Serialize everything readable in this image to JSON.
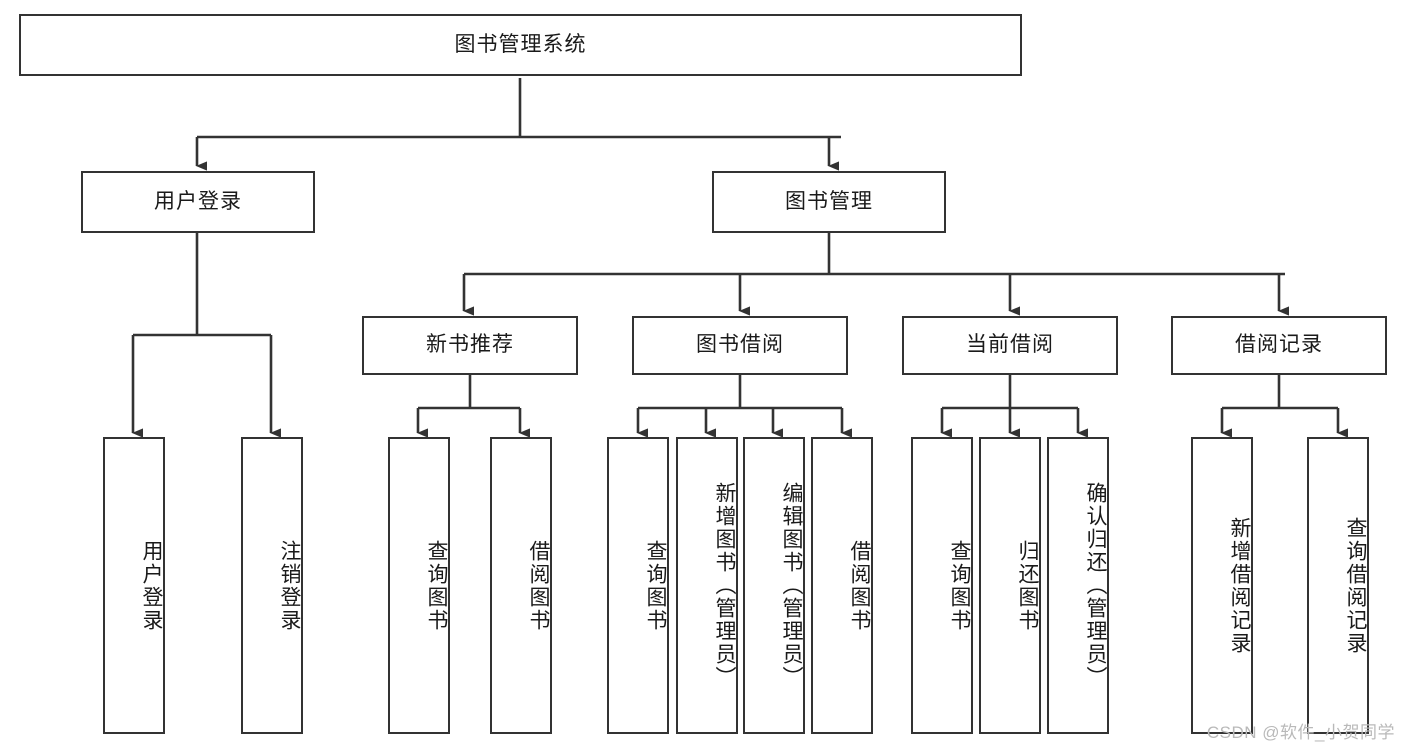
{
  "diagram": {
    "title": "图书管理系统",
    "type": "tree-hierarchy",
    "colors": {
      "box_border": "#333333",
      "box_fill": "#ffffff",
      "line": "#333333",
      "text": "#1a1a1a",
      "watermark": "#b9b9b9"
    },
    "watermark": "CSDN @软件_小贺同学",
    "root": {
      "label": "图书管理系统"
    },
    "level2": [
      {
        "id": "user-login",
        "label": "用户登录"
      },
      {
        "id": "book-management",
        "label": "图书管理"
      }
    ],
    "level3": [
      {
        "id": "new-book-recommend",
        "label": "新书推荐",
        "parent": "book-management"
      },
      {
        "id": "book-borrow",
        "label": "图书借阅",
        "parent": "book-management"
      },
      {
        "id": "current-borrow",
        "label": "当前借阅",
        "parent": "book-management"
      },
      {
        "id": "borrow-record",
        "label": "借阅记录",
        "parent": "book-management"
      }
    ],
    "leaves": [
      {
        "id": "leaf-user-login",
        "label": "用户登录",
        "parent": "user-login"
      },
      {
        "id": "leaf-logout",
        "label": "注销登录",
        "parent": "user-login"
      },
      {
        "id": "leaf-query-books-1",
        "label": "查询图书",
        "parent": "new-book-recommend"
      },
      {
        "id": "leaf-borrow-books-1",
        "label": "借阅图书",
        "parent": "new-book-recommend"
      },
      {
        "id": "leaf-query-books-2",
        "label": "查询图书",
        "parent": "book-borrow"
      },
      {
        "id": "leaf-add-book",
        "label": "新增图书（管理员）",
        "parent": "book-borrow"
      },
      {
        "id": "leaf-edit-book",
        "label": "编辑图书（管理员）",
        "parent": "book-borrow"
      },
      {
        "id": "leaf-borrow-books-2",
        "label": "借阅图书",
        "parent": "book-borrow"
      },
      {
        "id": "leaf-query-books-3",
        "label": "查询图书",
        "parent": "current-borrow"
      },
      {
        "id": "leaf-return-book",
        "label": "归还图书",
        "parent": "current-borrow"
      },
      {
        "id": "leaf-confirm-return",
        "label": "确认归还（管理员）",
        "parent": "current-borrow"
      },
      {
        "id": "leaf-add-record",
        "label": "新增借阅记录",
        "parent": "borrow-record"
      },
      {
        "id": "leaf-query-record",
        "label": "查询借阅记录",
        "parent": "borrow-record"
      }
    ]
  }
}
